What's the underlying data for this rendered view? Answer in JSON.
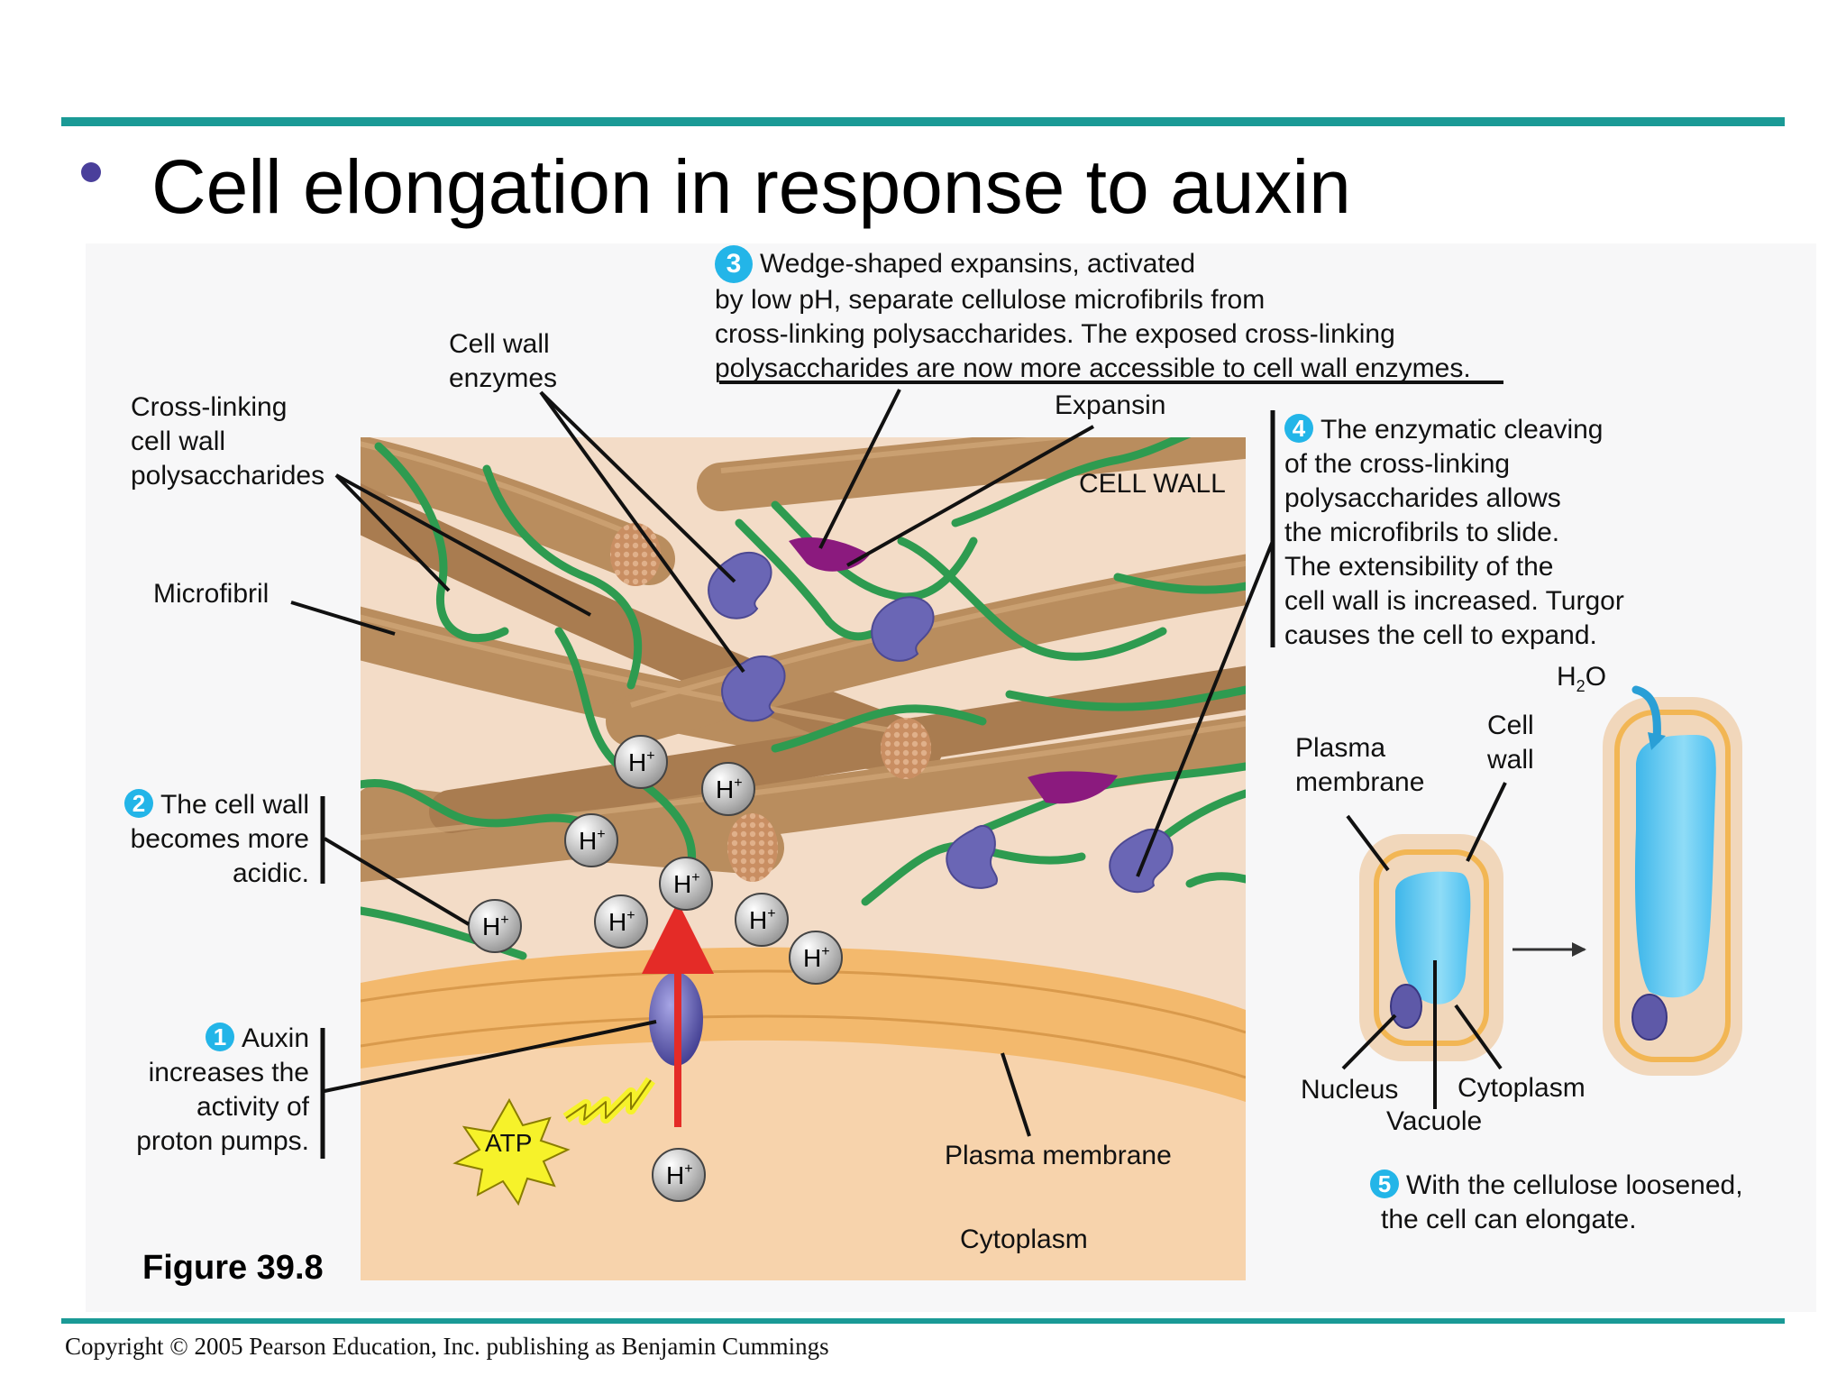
{
  "title": "Cell elongation in response to auxin",
  "figure_label": "Figure 39.8",
  "copyright": "Copyright © 2005 Pearson Education, Inc. publishing as Benjamin Cummings",
  "colors": {
    "accent_rule": "#1a9a96",
    "bullet": "#4a3f9b",
    "step_circle": "#23b5e8",
    "microfibril": "#b98d5e",
    "crosslink": "#2e9b50",
    "enzyme": "#6a66b5",
    "expansin": "#8b1a7e",
    "membrane": "#f2bd76",
    "vacuole": "#5ac8ef"
  },
  "steps": {
    "step1": {
      "number": "1",
      "lines": [
        "Auxin",
        "increases the",
        "activity of",
        "proton pumps."
      ]
    },
    "step2": {
      "number": "2",
      "lines": [
        "The cell wall",
        "becomes more",
        "acidic."
      ]
    },
    "step3": {
      "number": "3",
      "lines": [
        "Wedge-shaped expansins, activated",
        "by low pH, separate cellulose microfibrils from",
        "cross-linking polysaccharides. The exposed cross-linking",
        "polysaccharides are now more accessible to cell wall enzymes."
      ]
    },
    "step4": {
      "number": "4",
      "lines": [
        "The enzymatic cleaving",
        "of the cross-linking",
        "polysaccharides allows",
        "the microfibrils to slide.",
        "The extensibility of the",
        "cell wall is increased. Turgor",
        "causes the cell to expand."
      ]
    },
    "step5": {
      "number": "5",
      "lines": [
        "With the cellulose loosened,",
        "the cell can elongate."
      ]
    }
  },
  "labels": {
    "crosslinking": [
      "Cross-linking",
      "cell wall",
      "polysaccharides"
    ],
    "enzymes": [
      "Cell wall",
      "enzymes"
    ],
    "expansin": "Expansin",
    "cell_wall_region": "CELL WALL",
    "microfibril": "Microfibril",
    "plasma_membrane": "Plasma membrane",
    "cytoplasm": "Cytoplasm",
    "atp": "ATP",
    "proton": "H",
    "proton_charge": "+",
    "cell_plasma_membrane": [
      "Plasma",
      "membrane"
    ],
    "cell_wall_small": [
      "Cell",
      "wall"
    ],
    "water": "H",
    "water_sub": "2",
    "water_o": "O",
    "nucleus": "Nucleus",
    "vacuole": "Vacuole",
    "cell_cytoplasm": "Cytoplasm"
  }
}
